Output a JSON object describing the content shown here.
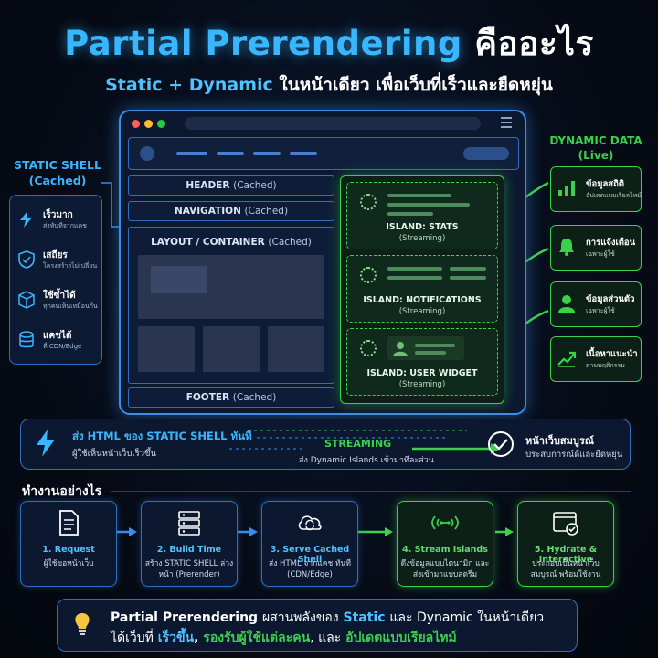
{
  "title": {
    "main": "Partial Prerendering",
    "thai": "คืออะไร"
  },
  "subtitle": {
    "highlight": "Static + Dynamic",
    "rest": "ในหน้าเดียว เพื่อเว็บที่เร็วและยืดหยุ่น"
  },
  "browser": {
    "header": {
      "label": "HEADER",
      "note": "(Cached)"
    },
    "navigation": {
      "label": "NAVIGATION",
      "note": "(Cached)"
    },
    "layout": {
      "label": "LAYOUT / CONTAINER",
      "note": "(Cached)"
    },
    "footer": {
      "label": "FOOTER",
      "note": "(Cached)"
    },
    "islands": [
      {
        "label": "ISLAND: STATS",
        "sub": "(Streaming)"
      },
      {
        "label": "ISLAND: NOTIFICATIONS",
        "sub": "(Streaming)"
      },
      {
        "label": "ISLAND: USER WIDGET",
        "sub": "(Streaming)"
      }
    ]
  },
  "static_shell": {
    "title": "STATIC SHELL",
    "subtitle": "(Cached)",
    "features": [
      {
        "icon": "lightning-icon",
        "title": "เร็วมาก",
        "desc": "ส่งทันทีจากแคช"
      },
      {
        "icon": "shield-check-icon",
        "title": "เสถียร",
        "desc": "โครงสร้างไม่เปลี่ยน"
      },
      {
        "icon": "cube-icon",
        "title": "ใช้ซ้ำได้",
        "desc": "ทุกคนเห็นเหมือนกัน"
      },
      {
        "icon": "database-icon",
        "title": "แคชได้",
        "desc": "ที่ CDN/Edge"
      }
    ]
  },
  "dynamic_data": {
    "title": "DYNAMIC DATA",
    "subtitle": "(Live)",
    "items": [
      {
        "icon": "bar-chart-icon",
        "title": "ข้อมูลสถิติ",
        "desc": "อัปเดตแบบเรียลไทม์"
      },
      {
        "icon": "bell-icon",
        "title": "การแจ้งเตือน",
        "desc": "เฉพาะผู้ใช้"
      },
      {
        "icon": "user-icon",
        "title": "ข้อมูลส่วนตัว",
        "desc": "เฉพาะผู้ใช้"
      },
      {
        "icon": "trend-up-icon",
        "title": "เนื้อหาแนะนำ",
        "desc": "ตามพฤติกรรม"
      }
    ]
  },
  "streaming_bar": {
    "left_title": "ส่ง HTML ของ STATIC SHELL ทันที",
    "left_desc": "ผู้ใช้เห็นหน้าเว็บเร็วขึ้น",
    "mid_title": "STREAMING",
    "mid_desc": "ส่ง Dynamic Islands เข้ามาทีละส่วน",
    "right_title": "หน้าเว็บสมบูรณ์",
    "right_desc": "ประสบการณ์ดีและยืดหยุ่น"
  },
  "how": {
    "title": "ทำงานอย่างไร",
    "steps": [
      {
        "title": "1. Request",
        "desc": "ผู้ใช้ขอหน้าเว็บ",
        "variant": "blue"
      },
      {
        "title": "2. Build Time",
        "desc": "สร้าง STATIC SHELL ล่วงหน้า (Prerender)",
        "variant": "blue"
      },
      {
        "title": "3. Serve Cached Shell",
        "desc": "ส่ง HTML จากแคช ทันที (CDN/Edge)",
        "variant": "blue"
      },
      {
        "title": "4. Stream Islands",
        "desc": "ดึงข้อมูลแบบไดนามิก และส่งเข้ามาแบบสตรีม",
        "variant": "green"
      },
      {
        "title": "5. Hydrate & Interactive",
        "desc": "ประกอบเป็นหน้าเว็บสมบูรณ์ พร้อมใช้งาน",
        "variant": "green"
      }
    ]
  },
  "summary": {
    "p1": "Partial Prerendering",
    "p2": "ผสานพลังของ",
    "p3": "Static",
    "p4": "และ Dynamic ในหน้าเดียว",
    "p5": "ได้เว็บที่",
    "p6": "เร็วขึ้น",
    "p7": ",",
    "p8": "รองรับผู้ใช้แต่ละคน",
    "p9": ", และ",
    "p10": "อัปเดตแบบเรียลไทม์"
  },
  "colors": {
    "blue": "#38b6ff",
    "green": "#3ad24a",
    "bg": "#060b16"
  }
}
